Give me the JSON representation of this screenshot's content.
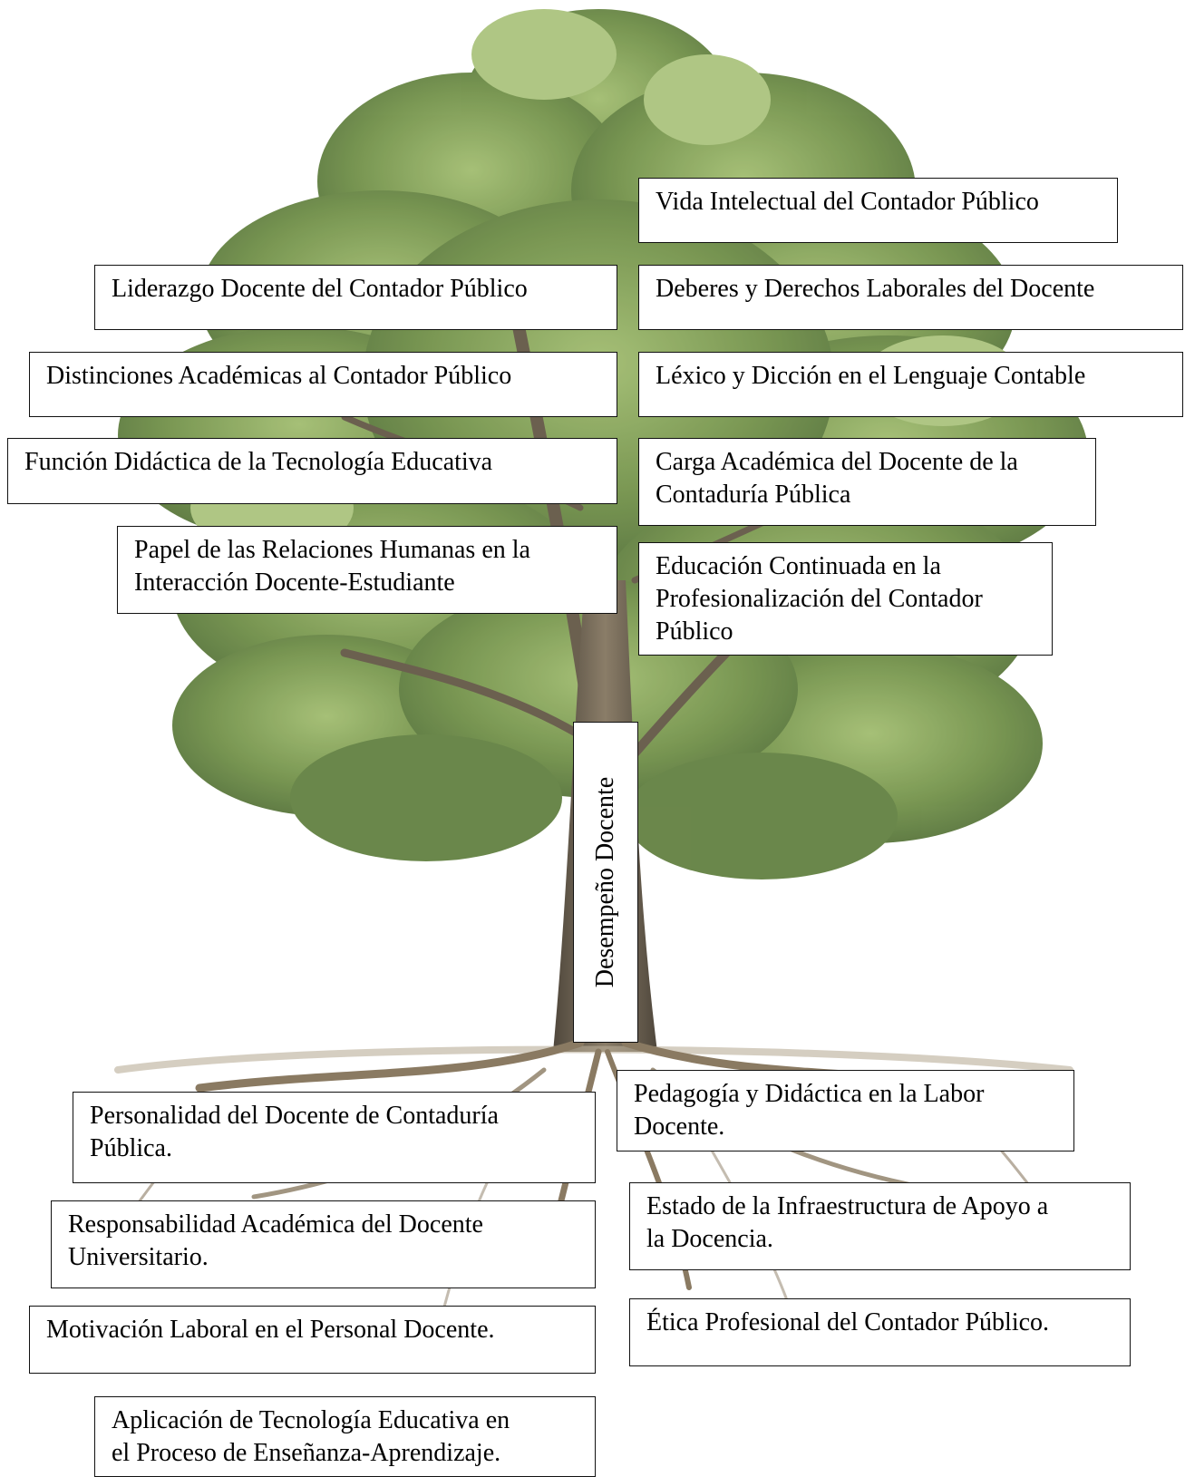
{
  "center": "Desempeño Docente",
  "colors": {
    "foliage_dark": "#3f5a2a",
    "foliage_mid": "#6f8f45",
    "foliage_light": "#a9c27a",
    "trunk": "#6b604f",
    "roots": "#8a7a62"
  },
  "branches_left": [
    [
      "Liderazgo Docente del Contador Público"
    ],
    [
      "Distinciones Académicas al Contador Público"
    ],
    [
      "Función Didáctica de la Tecnología Educativa"
    ],
    [
      "Papel de las Relaciones Humanas en la",
      "Interacción Docente-Estudiante"
    ]
  ],
  "branches_right": [
    [
      "Vida Intelectual del Contador Público"
    ],
    [
      "Deberes y Derechos Laborales del Docente"
    ],
    [
      "Léxico y Dicción en el Lenguaje Contable"
    ],
    [
      "Carga Académica del Docente de la",
      "Contaduría Pública"
    ],
    [
      "Educación Continuada en la",
      "Profesionalización del Contador",
      "Público"
    ]
  ],
  "roots_left": [
    [
      "Personalidad del Docente de Contaduría",
      "Pública."
    ],
    [
      "Responsabilidad Académica del Docente",
      "Universitario."
    ],
    [
      "Motivación Laboral en el Personal Docente."
    ],
    [
      "Aplicación de Tecnología Educativa en",
      "el Proceso de Enseñanza-Aprendizaje."
    ]
  ],
  "roots_right": [
    [
      "Pedagogía y Didáctica en la Labor",
      "Docente."
    ],
    [
      "Estado de la Infraestructura de Apoyo a",
      "la Docencia."
    ],
    [
      "Ética Profesional del Contador Público."
    ]
  ]
}
